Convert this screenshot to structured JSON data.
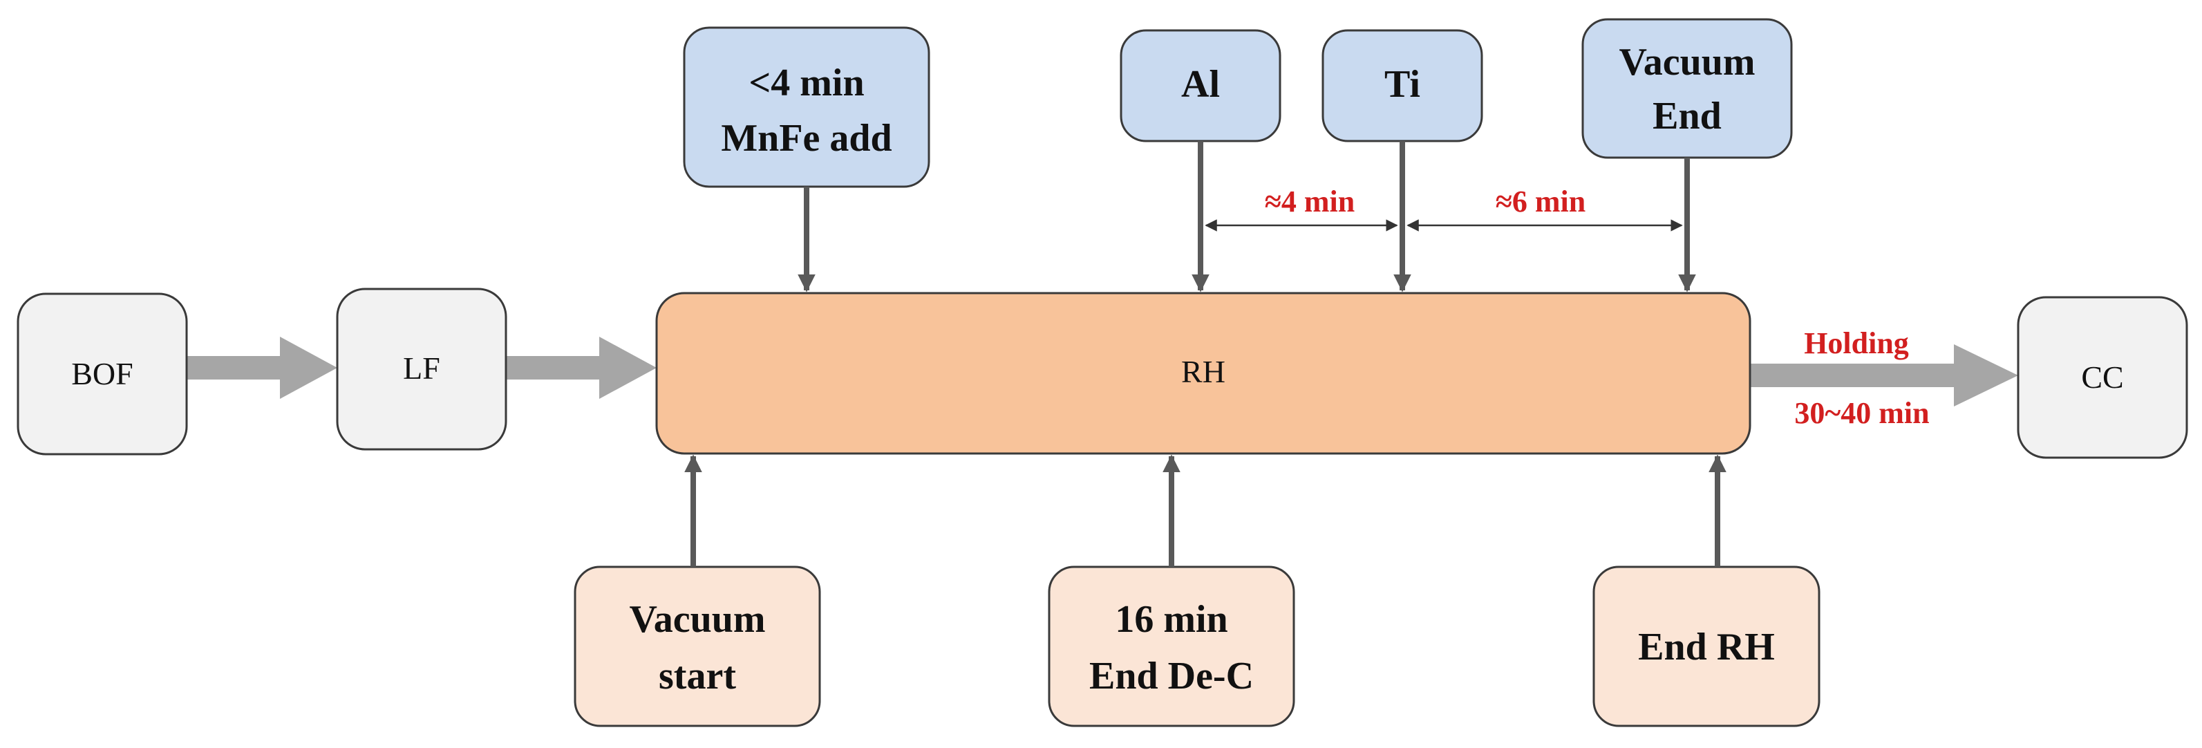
{
  "diagram": {
    "main_flow": {
      "bof": "BOF",
      "lf": "LF",
      "rh": "RH",
      "cc": "CC"
    },
    "top_inputs": {
      "mnfe": [
        "<4 min",
        "MnFe add"
      ],
      "al": "Al",
      "ti": "Ti",
      "vacuum_end": [
        "Vacuum",
        "End"
      ]
    },
    "bottom_inputs": {
      "vacuum_start": [
        "Vacuum",
        "start"
      ],
      "end_dec": [
        "16 min",
        "End De-C"
      ],
      "end_rh": "End RH"
    },
    "intervals": {
      "al_to_ti": "≈4 min",
      "ti_to_vacuum_end": "≈6 min"
    },
    "holding": {
      "label": "Holding",
      "duration": "30~40 min"
    },
    "colors": {
      "blue_box": "#c9daf0",
      "peach_box": "#fbe5d6",
      "rh_box": "#f8c39a",
      "grey_box": "#f2f2f2",
      "stroke": "#3a3a3a",
      "arrow_dark": "#595959",
      "arrow_light": "#a6a6a6",
      "annotation_red": "#d21f1f"
    }
  }
}
